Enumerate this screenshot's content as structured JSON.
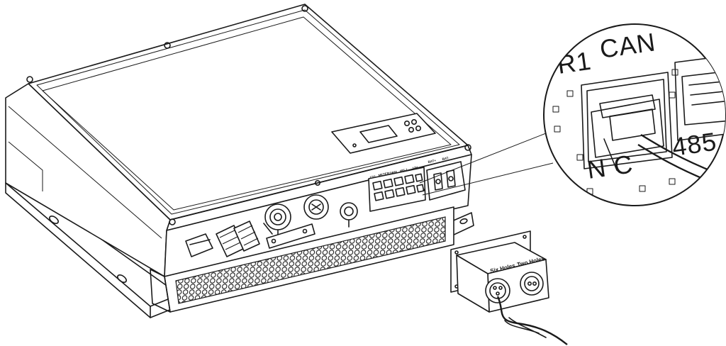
{
  "callout": {
    "labels": {
      "left_partial": "R1",
      "can": "CAN",
      "port_485": "485",
      "ntc_partial": "N  C"
    }
  },
  "panel": {
    "port_labels": [
      "CT1",
      "METER",
      "DRM",
      "485-1",
      "12V"
    ],
    "battery_labels": [
      "BAT+",
      "BAT-"
    ]
  },
  "gland_box": {
    "six_holes": "Six Holes",
    "two_holes": "Two Holes"
  }
}
